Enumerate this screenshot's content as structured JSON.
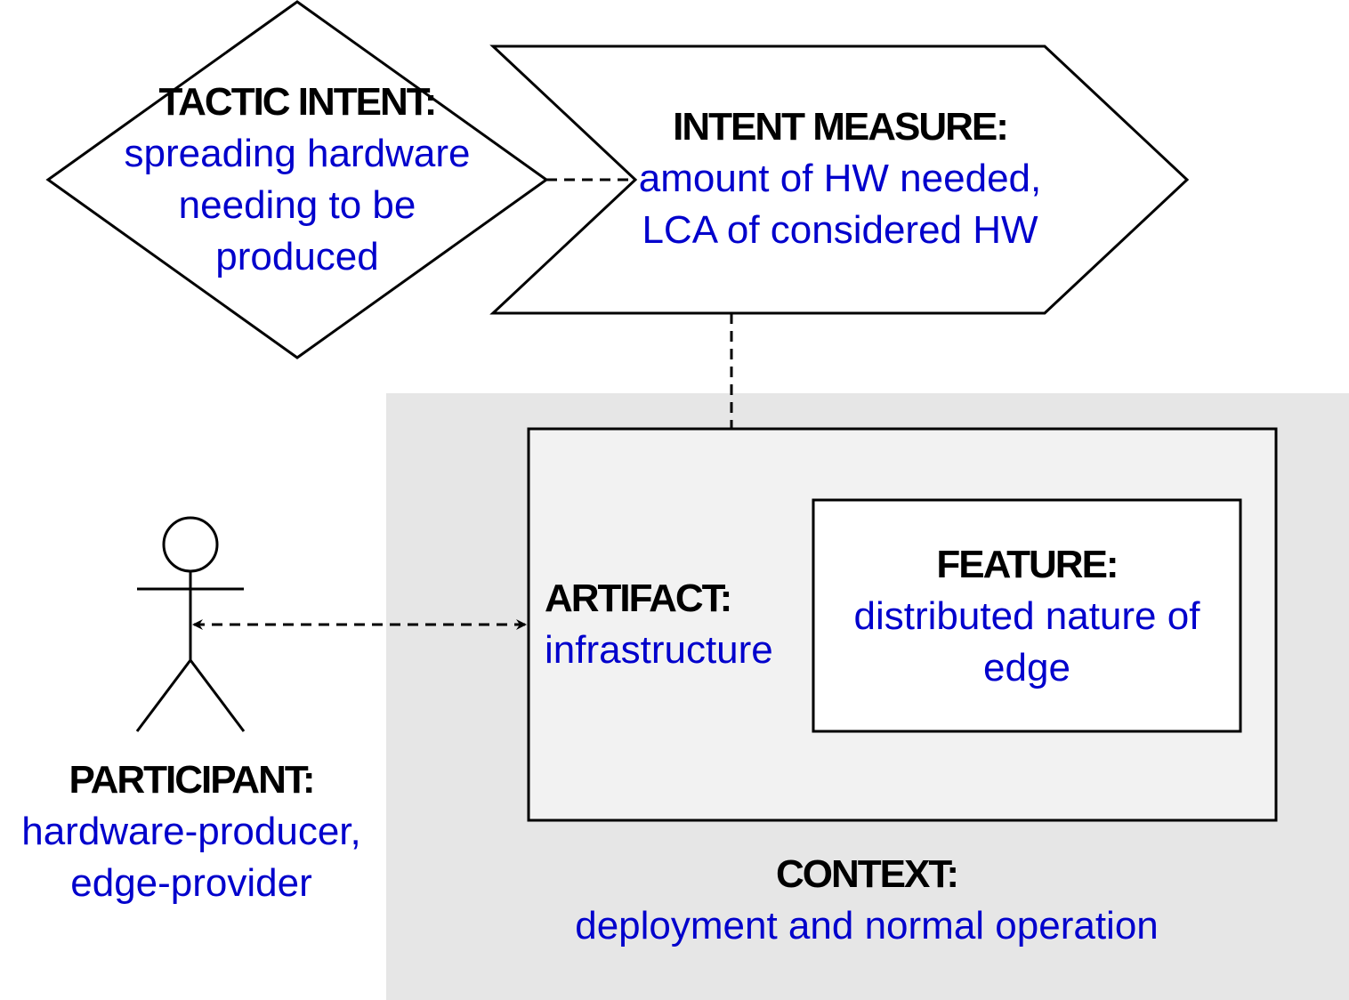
{
  "colors": {
    "context_fill": "#e6e6e6",
    "artifact_fill": "#f2f2f2",
    "feature_fill": "#ffffff",
    "heading": "#000000",
    "value": "#0000cc",
    "stroke": "#000000"
  },
  "tactic_intent": {
    "heading": "TACTIC INTENT:",
    "value": "spreading hardware\nneeding to be\nproduced"
  },
  "intent_measure": {
    "heading": "INTENT MEASURE:",
    "value": "amount of HW needed,\nLCA of considered HW"
  },
  "artifact": {
    "heading": "ARTIFACT:",
    "value": "infrastructure"
  },
  "feature": {
    "heading": "FEATURE:",
    "value": "distributed nature of\nedge"
  },
  "participant": {
    "heading": "PARTICIPANT:",
    "value": "hardware-producer,\nedge-provider"
  },
  "context": {
    "heading": "CONTEXT:",
    "value": "deployment and normal operation"
  }
}
